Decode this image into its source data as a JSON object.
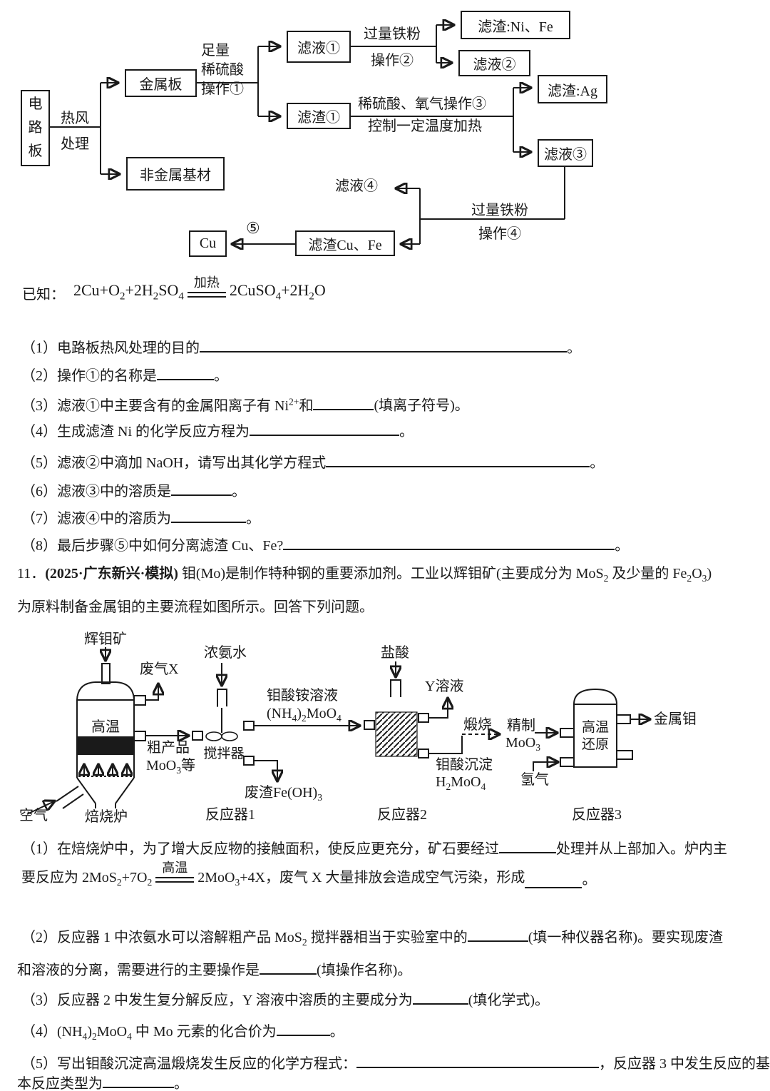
{
  "flowchart": {
    "boxes": {
      "circuit_board": "电路板",
      "metal_plate": "金属板",
      "nonmetal_base": "非金属基材",
      "filtrate1": "滤液①",
      "residue1": "滤渣①",
      "residue_ni_fe": "滤渣:Ni、Fe",
      "filtrate2": "滤液②",
      "residue_ag": "滤渣:Ag",
      "filtrate3": "滤液③",
      "residue_cu_fe": "滤渣Cu、Fe",
      "cu": "Cu"
    },
    "labels": {
      "hot_air": "热风\n处理",
      "op1": "足量\n稀硫酸\n操作①",
      "iron_op2": "过量铁粉\n操作②",
      "acid_o2_op3": "稀硫酸、氧气操作③",
      "temp_ctrl": "控制一定温度加热",
      "filtrate4": "滤液④",
      "iron_op4": "过量铁粉\n操作④",
      "step5": "⑤"
    }
  },
  "known": {
    "label": "已知：",
    "lhs": "2Cu+O_2_+2H_2_SO_4_",
    "cond": "加热",
    "rhs": "2CuSO_4_+2H_2_O"
  },
  "q10": {
    "items": [
      {
        "pre": "（1）电路板热风处理的目的",
        "post": "。"
      },
      {
        "pre": "（2）操作①的名称是",
        "post": "。"
      },
      {
        "pre": "（3）滤液①中主要含有的金属阳离子有 Ni^2+^和",
        "post": "(填离子符号)。"
      },
      {
        "pre": "（4）生成滤渣 Ni 的化学反应方程为",
        "post": "。"
      },
      {
        "pre": "（5）滤液②中滴加 NaOH，请写出其化学方程式",
        "post": "。"
      },
      {
        "pre": "（6）滤液③中的溶质是",
        "post": "。"
      },
      {
        "pre": "（7）滤液④中的溶质为",
        "post": "。"
      },
      {
        "pre": "（8）最后步骤⑤中如何分离滤渣 Cu、Fe?",
        "post": "。"
      }
    ]
  },
  "q11": {
    "number": "11．",
    "tag": "(2025·广东新兴·模拟)",
    "intro1": " 钼(Mo)是制作特种钢的重要添加剂。工业以辉钼矿(主要成分为 MoS_2_ 及少量的 Fe_2_O_3_)",
    "intro2": "为原料制备金属钼的主要流程如图所示。回答下列问题。",
    "s1a": "（1）在焙烧炉中，为了增大反应物的接触面积，使反应更充分，矿石要经过",
    "s1b": "处理并从上部加入。炉内主",
    "s1c": "要反应为 2MoS_2_+7O_2_",
    "s1cond": "高温",
    "s1d": "2MoO_3_+4X，废气 X 大量排放会造成空气污染，形成",
    "s1e": "。",
    "s2a": "（2）反应器 1 中浓氨水可以溶解粗产品 MoS_2_ 搅拌器相当于实验室中的",
    "s2b": "(填一种仪器名称)。要实现废渣",
    "s2c": "和溶液的分离，需要进行的主要操作是",
    "s2d": "(填操作名称)。",
    "s3a": "（3）反应器 2 中发生复分解反应，Y 溶液中溶质的主要成分为",
    "s3b": "(填化学式)。",
    "s4a": "（4）(NH_4_)_2_MoO_4_ 中 Mo 元素的化合价为",
    "s4b": "。",
    "s5a": "（5）写出钼酸沉淀高温煅烧发生反应的化学方程式：",
    "s5b": "，反应器 3 中发生反应的基",
    "s5c": "本反应类型为",
    "s5d": "。"
  },
  "diagram": {
    "ore": "辉钼矿",
    "waste_gas": "废气X",
    "air": "空气",
    "roaster": "焙烧炉",
    "high_temp": "高温",
    "crude1": "粗产品",
    "crude2": "MoO_3_等",
    "ammonia": "浓氨水",
    "stirrer": "搅拌器",
    "reactor1": "反应器1",
    "amm_molybdate1": "钼酸铵溶液",
    "amm_molybdate2": "(NH_4_)_2_MoO_4_",
    "waste_residue": "废渣Fe(OH)_3_",
    "hcl": "盐酸",
    "reactor2": "反应器2",
    "y_solution": "Y溶液",
    "calcine": "煅烧",
    "refined1": "精制",
    "refined2": "MoO_3_",
    "precip1": "钼酸沉淀",
    "precip2": "H_2_MoO_4_",
    "reactor3": "反应器3",
    "ht_reduce": "高温\n还原",
    "hydrogen": "氢气",
    "metal_mo": "金属钼"
  }
}
